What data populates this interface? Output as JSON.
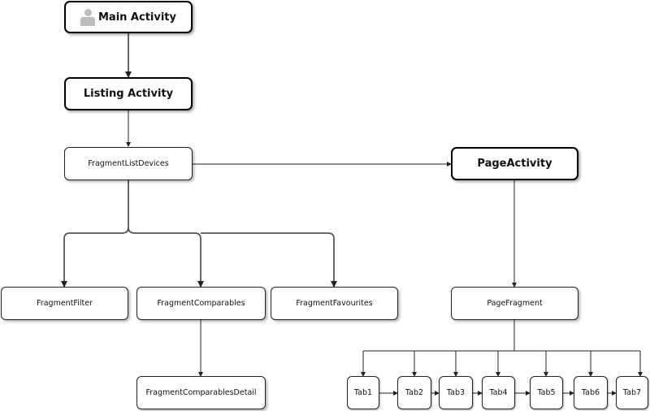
{
  "nodes": {
    "main_activity": "Main Activity",
    "listing_activity": "Listing Activity",
    "fragment_list_devices": "FragmentListDevices",
    "page_activity": "PageActivity",
    "fragment_filter": "FragmentFilter",
    "fragment_comparables": "FragmentComparables",
    "fragment_favourites": "FragmentFavourites",
    "page_fragment": "PageFragment",
    "fragment_comparables_detail": "FragmentComparablesDetail",
    "tabs": [
      "Tab1",
      "Tab2",
      "Tab3",
      "Tab4",
      "Tab5",
      "Tab6",
      "Tab7"
    ]
  },
  "icons": {
    "main_activity": "user-icon"
  },
  "colors": {
    "arrow": "#555555",
    "border": "#000000",
    "icon": "#bdbdbd"
  }
}
